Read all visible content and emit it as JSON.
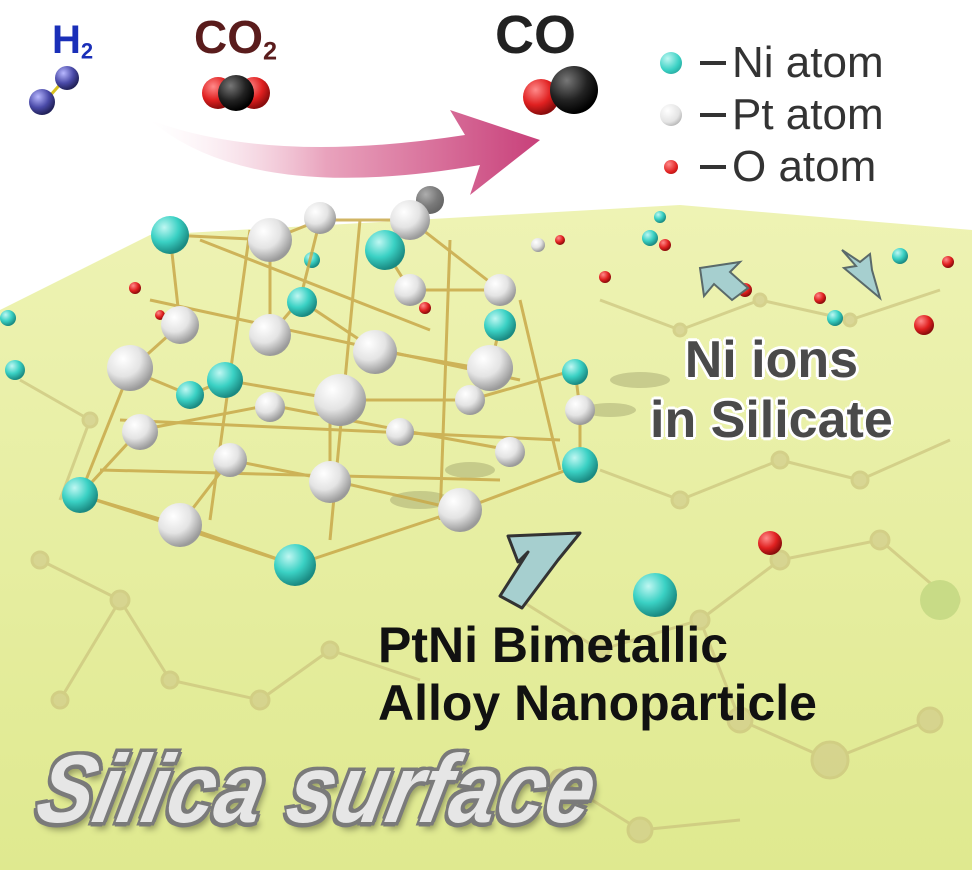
{
  "molecules": {
    "h2": {
      "main": "H",
      "sub": "2"
    },
    "co2": {
      "main": "CO",
      "sub": "2"
    },
    "co": {
      "main": "CO"
    }
  },
  "legend": [
    {
      "label": "Ni atom",
      "color": "#3ad1c4"
    },
    {
      "label": "Pt atom",
      "color": "#d9d9d9"
    },
    {
      "label": "O atom",
      "color": "#e02020"
    }
  ],
  "labels": {
    "ni_ions_line1": "Ni ions",
    "ni_ions_line2": "in Silicate",
    "alloy_line1": "PtNi Bimetallic",
    "alloy_line2": "Alloy Nanoparticle",
    "surface": "Silica surface"
  },
  "colors": {
    "h2_label": "#1a2fb8",
    "co2_label": "#5a1c1c",
    "co_label": "#222222",
    "surface_fill": "#e8f0a6",
    "arrow": "#c8407a",
    "callout_arrow": "#a6cfcf"
  }
}
